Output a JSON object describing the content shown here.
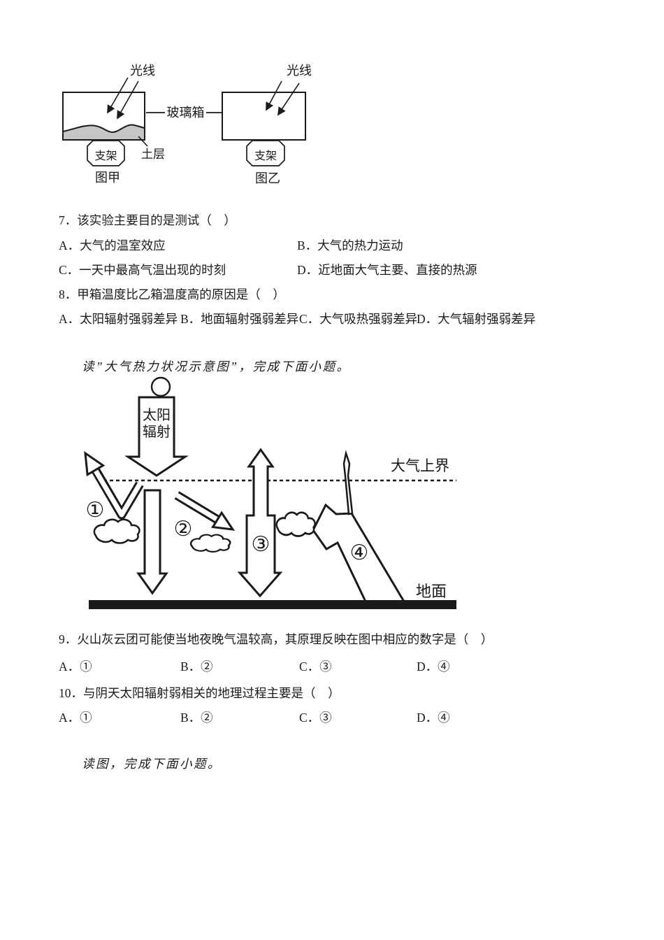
{
  "page": {
    "background": "#ffffff",
    "ink": "#1a1a1a"
  },
  "figure_experiment": {
    "light_left": "光线",
    "light_right": "光线",
    "glass_box": "玻璃箱",
    "stand_left": "支架",
    "stand_right": "支架",
    "soil": "土层",
    "caption_left": "图甲",
    "caption_right": "图乙",
    "soil_color": "#c6c6c6"
  },
  "q7": {
    "stem": "7．该实验主要目的是测试（　）",
    "row1": [
      {
        "label": "A．大气的温室效应"
      },
      {
        "label": "B．大气的热力运动"
      }
    ],
    "row2": [
      {
        "label": "C．一天中最高气温出现的时刻"
      },
      {
        "label": "D．近地面大气主要、直接的热源"
      }
    ]
  },
  "q8": {
    "stem": "8．甲箱温度比乙箱温度高的原因是（　）",
    "row": [
      {
        "label": "A．太阳辐射强弱差异"
      },
      {
        "label": "B．地面辐射强弱差异"
      },
      {
        "label": "C．大气吸热强弱差异"
      },
      {
        "label": "D．大气辐射强弱差异"
      }
    ]
  },
  "passage1": "读”大气热力状况示意图”，完成下面小题。",
  "figure_thermal": {
    "solar_line1": "太阳",
    "solar_line2": "辐射",
    "atmosphere_top": "大气上界",
    "ground": "地面",
    "marker1": "①",
    "marker2": "②",
    "marker3": "③",
    "marker4": "④"
  },
  "q9": {
    "stem": "9．火山灰云团可能使当地夜晚气温较高，其原理反映在图中相应的数字是（　）",
    "options": [
      {
        "label": "A．①"
      },
      {
        "label": "B．②"
      },
      {
        "label": "C．③"
      },
      {
        "label": "D．④"
      }
    ]
  },
  "q10": {
    "stem": "10．与阴天太阳辐射弱相关的地理过程主要是（　）",
    "options": [
      {
        "label": "A．①"
      },
      {
        "label": "B．②"
      },
      {
        "label": "C．③"
      },
      {
        "label": "D．④"
      }
    ]
  },
  "passage2": "读图，完成下面小题。"
}
